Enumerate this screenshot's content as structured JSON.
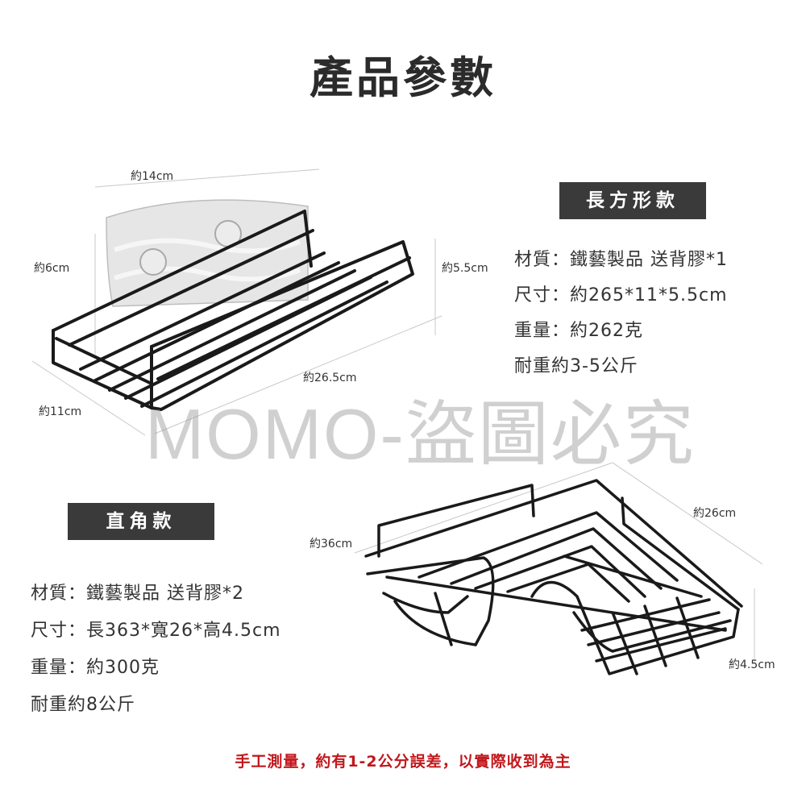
{
  "title": "產品參數",
  "watermark": "MOMO-盜圖必究",
  "rectangular": {
    "badge": "長方形款",
    "specs": [
      "材質：鐵藝製品 送背膠*1",
      "尺寸：約265*11*5.5cm",
      "重量：約262克",
      "耐重約3-5公斤"
    ],
    "dimensions": {
      "top_width": "約14cm",
      "left_height": "約6cm",
      "right_height": "約5.5cm",
      "length": "約26.5cm",
      "depth": "約11cm"
    }
  },
  "corner": {
    "badge": "直角款",
    "specs": [
      "材質：鐵藝製品 送背膠*2",
      "尺寸：長363*寬26*高4.5cm",
      "重量：約300克",
      "耐重約8公斤"
    ],
    "dimensions": {
      "length": "約36cm",
      "width": "約26cm",
      "height": "約4.5cm"
    }
  },
  "footnote": "手工測量，約有1-2公分誤差，以實際收到為主",
  "colors": {
    "badge_bg": "#3a3a3a",
    "note_red": "#c2171c",
    "wire": "#1a1a1a"
  }
}
